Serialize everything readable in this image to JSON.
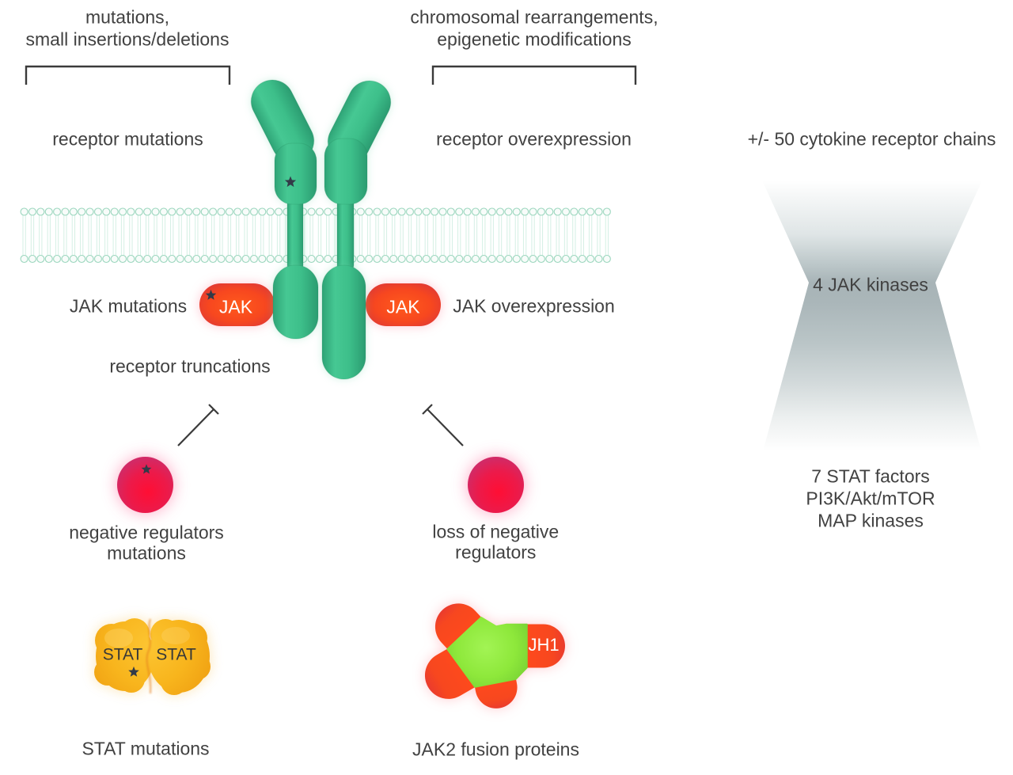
{
  "annotations": {
    "left_bracket": [
      "mutations,",
      "small insertions/deletions"
    ],
    "right_bracket": [
      "chromosomal rearrangements,",
      "epigenetic modifications"
    ]
  },
  "receptor": {
    "mutation_label": "receptor mutations",
    "overexpression_label": "receptor overexpression",
    "truncation_label": "receptor truncations"
  },
  "jak": {
    "left_name": "JAK",
    "right_name": "JAK",
    "mutation_label": "JAK mutations",
    "overexpression_label": "JAK overexpression"
  },
  "negative_regulators": {
    "mutated_label": [
      "negative regulators",
      "mutations"
    ],
    "lost_label": [
      "loss of negative",
      "regulators"
    ]
  },
  "stat_dimer": {
    "monomers": [
      "STAT",
      "STAT"
    ],
    "label": "STAT mutations"
  },
  "fusion_protein": {
    "domain_label": "JH1",
    "label": "JAK2 fusion proteins"
  },
  "hourglass": {
    "top": "+/- 50 cytokine receptor chains",
    "waist": "4 JAK kinases",
    "bottom": [
      "7 STAT factors",
      "PI3K/Akt/mTOR",
      "MAP kinases"
    ]
  },
  "icons": {
    "mutation_marker": "star-icon",
    "inhibition_marker": "t-bar-icon"
  },
  "colors": {
    "receptor": "#3dbf8a",
    "jak": "#f7471f",
    "negative_regulator": "#ec1a4a",
    "stat": "#f8b51d",
    "fusion_core": "#8ee83b",
    "membrane": "#9ad6bd",
    "hourglass": "#a8b4b7",
    "mutation_star": "#333a48",
    "annotation_line": "#3a3a3a",
    "text": "#414141"
  }
}
